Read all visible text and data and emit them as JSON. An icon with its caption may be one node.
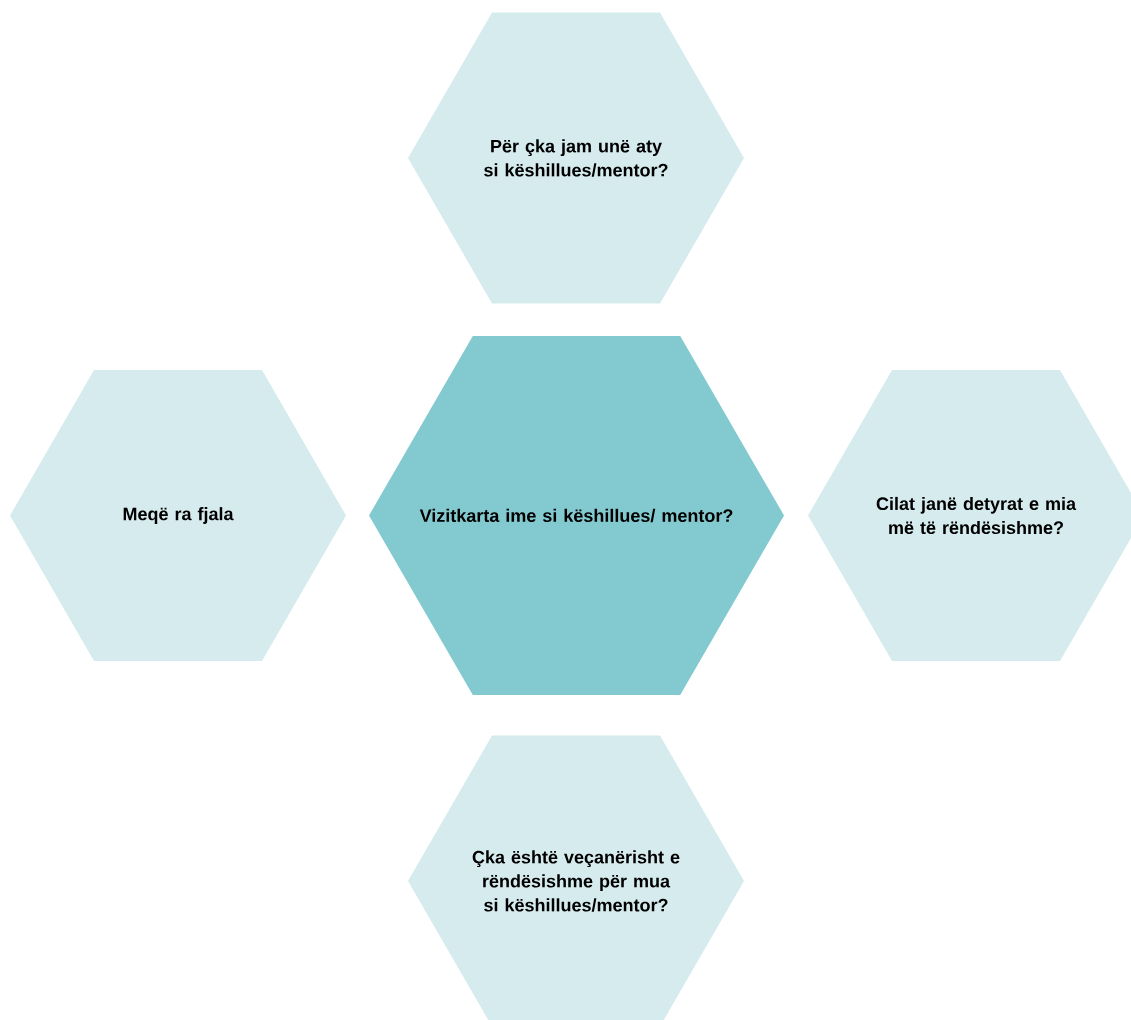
{
  "diagram": {
    "nodes": [
      {
        "text": [
          "Për çka jam unë aty si këshillues/mentor?"
        ]
      },
      {
        "text": [
          "Meqë ra fjala"
        ]
      },
      {
        "text": [
          "Vizitkarta ime si këshillues/ mentor?"
        ]
      },
      {
        "text": [
          "Cilat janë detyrat e mia më të rëndësishme?"
        ]
      },
      {
        "text": [
          "Çka është veçanërisht e rëndësishme për mua si këshillues/mentor?"
        ]
      }
    ]
  }
}
